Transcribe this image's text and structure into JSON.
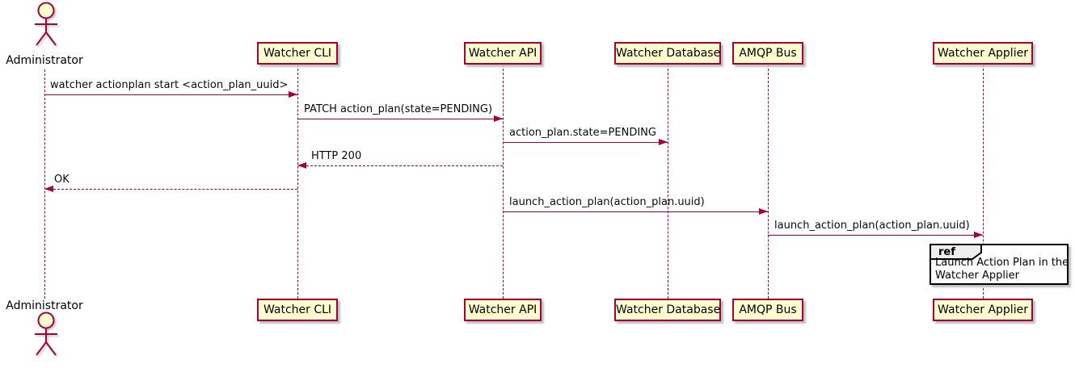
{
  "diagram": {
    "type": "plantuml-sequence",
    "colors": {
      "accent": "#A80036",
      "participant_fill": "#FEFECE",
      "ref_tab_fill": "#EEEEEE",
      "background": "#FFFFFF",
      "text": "#000000"
    },
    "actor": {
      "label": "Administrator"
    },
    "participants": [
      {
        "label": "Watcher CLI"
      },
      {
        "label": "Watcher API"
      },
      {
        "label": "Watcher Database"
      },
      {
        "label": "AMQP Bus"
      },
      {
        "label": "Watcher Applier"
      }
    ],
    "messages": [
      {
        "from": "Administrator",
        "to": "Watcher CLI",
        "text": "watcher actionplan start <action_plan_uuid>",
        "style": "solid"
      },
      {
        "from": "Watcher CLI",
        "to": "Watcher API",
        "text": "PATCH action_plan(state=PENDING)",
        "style": "solid"
      },
      {
        "from": "Watcher API",
        "to": "Watcher Database",
        "text": "action_plan.state=PENDING",
        "style": "solid"
      },
      {
        "from": "Watcher API",
        "to": "Watcher CLI",
        "text": "HTTP 200",
        "style": "dashed"
      },
      {
        "from": "Watcher CLI",
        "to": "Administrator",
        "text": "OK",
        "style": "dashed"
      },
      {
        "from": "Watcher API",
        "to": "AMQP Bus",
        "text": "launch_action_plan(action_plan.uuid)",
        "style": "solid"
      },
      {
        "from": "AMQP Bus",
        "to": "Watcher Applier",
        "text": "launch_action_plan(action_plan.uuid)",
        "style": "solid"
      }
    ],
    "ref": {
      "tag": "ref",
      "line1": "Launch Action Plan in the",
      "line2": "Watcher Applier"
    }
  }
}
